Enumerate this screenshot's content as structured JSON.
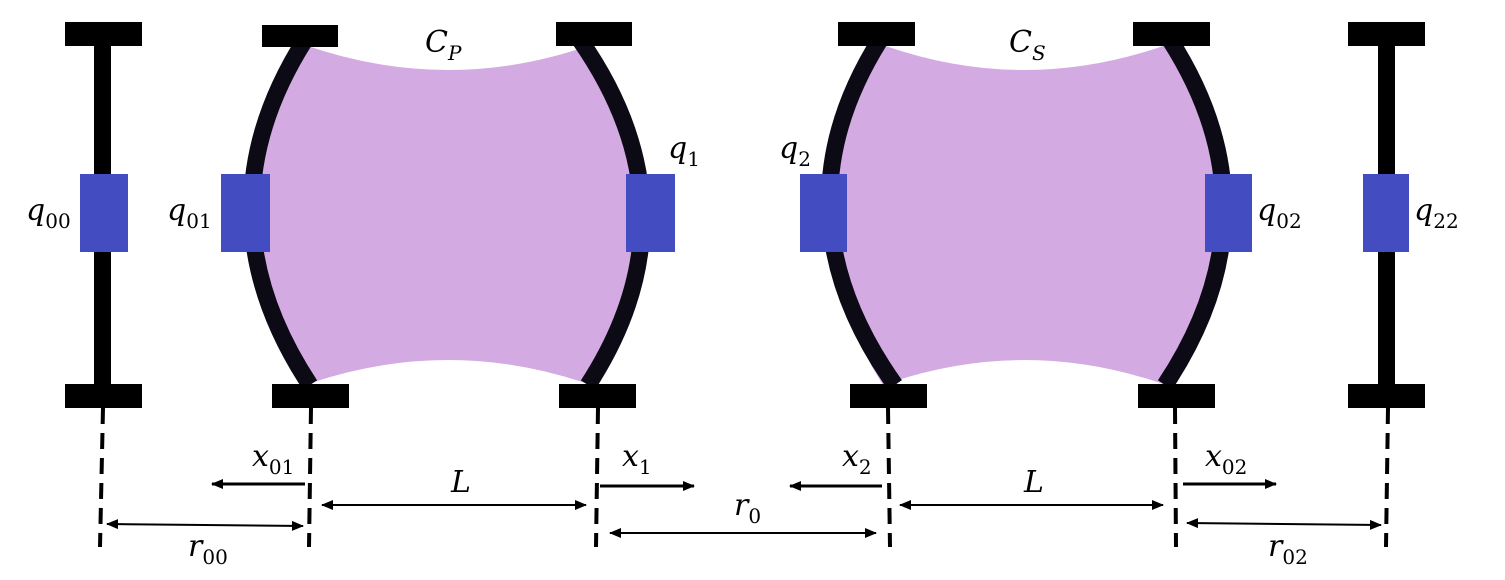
{
  "colors": {
    "cavity_fill": "#d3aae2",
    "qubit_blue": "#434dc1",
    "mirror_black": "#000000",
    "mirror_dark": "#0c0a14"
  },
  "cavities": {
    "left": {
      "label": {
        "main": "C",
        "sub": "P"
      }
    },
    "right": {
      "label": {
        "main": "C",
        "sub": "S"
      }
    }
  },
  "qubits": {
    "q00": {
      "main": "q",
      "sub": "00"
    },
    "q01": {
      "main": "q",
      "sub": "01"
    },
    "q1": {
      "main": "q",
      "sub": "1"
    },
    "q2": {
      "main": "q",
      "sub": "2"
    },
    "q02": {
      "main": "q",
      "sub": "02"
    },
    "q22": {
      "main": "q",
      "sub": "22"
    }
  },
  "distances": {
    "x01": {
      "main": "x",
      "sub": "01"
    },
    "x1": {
      "main": "x",
      "sub": "1"
    },
    "x2": {
      "main": "x",
      "sub": "2"
    },
    "x02": {
      "main": "x",
      "sub": "02"
    },
    "L_left": {
      "main": "L"
    },
    "L_right": {
      "main": "L"
    },
    "r0": {
      "main": "r",
      "sub": "0"
    },
    "r00": {
      "main": "r",
      "sub": "00"
    },
    "r02": {
      "main": "r",
      "sub": "02"
    }
  }
}
